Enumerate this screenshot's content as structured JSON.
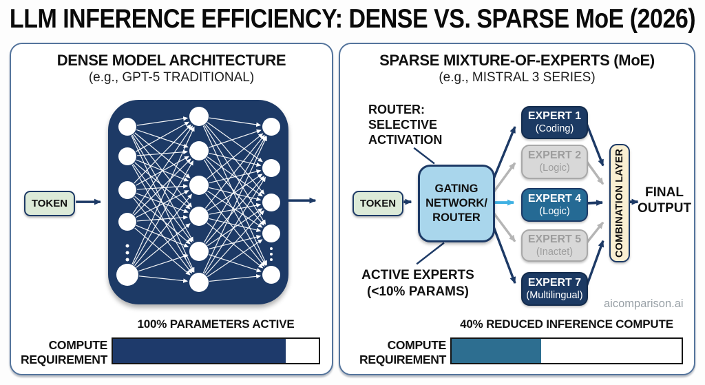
{
  "title": "LLM INFERENCE EFFICIENCY: DENSE VS. SPARSE MoE (2026)",
  "colors": {
    "navy": "#1d3a66",
    "steel_blue": "#256a94",
    "light_blue": "#a9d6ec",
    "cyan_arrow": "#3fb1e3",
    "gray_fill": "#d8d8d8",
    "gray_border": "#a8a8a8",
    "gray_text": "#9d9d9d",
    "cream": "#f9efd2",
    "token_green": "#dcead8",
    "bar_fill_left": "#1e3a6b",
    "bar_fill_right": "#2d6e90"
  },
  "dense_panel": {
    "heading": "DENSE MODEL ARCHITECTURE",
    "subheading": "(e.g., GPT-5 TRADITIONAL)",
    "token_label": "TOKEN",
    "caption": "100% PARAMETERS ACTIVE",
    "compute_label_line1": "COMPUTE",
    "compute_label_line2": "REQUIREMENT",
    "compute_fill_percent": 84
  },
  "moe_panel": {
    "heading": "SPARSE MIXTURE-OF-EXPERTS (MoE)",
    "subheading": "(e.g., MISTRAL 3 SERIES)",
    "router_note": [
      "ROUTER:",
      "SELECTIVE",
      "ACTIVATION"
    ],
    "token_label": "TOKEN",
    "gating_lines": [
      "GATING",
      "NETWORK/",
      "ROUTER"
    ],
    "active_note": [
      "ACTIVE EXPERTS",
      "(<10% PARAMS)"
    ],
    "experts": [
      {
        "name": "EXPERT 1",
        "specialty": "(Coding)",
        "state": "active"
      },
      {
        "name": "EXPERT 2",
        "specialty": "(Logic)",
        "state": "inactive"
      },
      {
        "name": "EXPERT 4",
        "specialty": "(Logic)",
        "state": "active"
      },
      {
        "name": "EXPERT 5",
        "specialty": "(Inactet)",
        "state": "inactive"
      },
      {
        "name": "EXPERT 7",
        "specialty": "(Multilingual)",
        "state": "active"
      }
    ],
    "combination_label": "COMBINATION LAYER",
    "final_output": [
      "FINAL",
      "OUTPUT"
    ],
    "watermark": "aicomparison.ai",
    "caption": "40% REDUCED INFERENCE COMPUTE",
    "compute_label_line1": "COMPUTE",
    "compute_label_line2": "REQUIREMENT",
    "compute_fill_percent": 39
  }
}
